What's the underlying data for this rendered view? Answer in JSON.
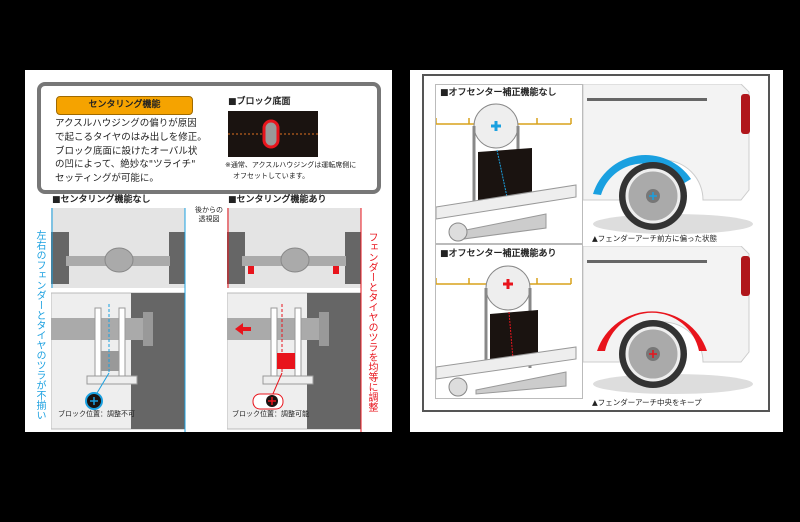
{
  "left": {
    "badge": "センタリング機能",
    "description": [
      "アクスルハウジングの偏りが原因",
      "で起こるタイヤのはみ出しを修正。",
      "ブロック底面に設けたオーバル状",
      "の凹によって、絶妙な\"ツライチ\"",
      "セッティングが可能に。"
    ],
    "block_title": "■ブロック底面",
    "block_note": [
      "※通常、アクスルハウジングは運転席側に",
      "オフセットしています。"
    ],
    "without_title": "■センタリング機能なし",
    "with_title": "■センタリング機能あり",
    "rear_view": [
      "後からの",
      "透視図"
    ],
    "without_side": "左右のフェンダーとタイヤのツラが不揃い",
    "with_side": "フェンダーとタイヤのツラを均等に調整",
    "without_caption": "ブロック位置：調整不可",
    "with_caption": "ブロック位置：調整可能"
  },
  "right": {
    "without_title": "■オフセンター補正機能なし",
    "with_title": "■オフセンター補正機能あり",
    "without_caption": "▲フェンダーアーチ前方に偏った状態",
    "with_caption": "▲フェンダーアーチ中央をキープ"
  },
  "colors": {
    "orange": "#f5a300",
    "blue": "#1aa0e0",
    "red": "#e8141c",
    "scale": "#d9a21b",
    "dark": "#1a1310"
  }
}
